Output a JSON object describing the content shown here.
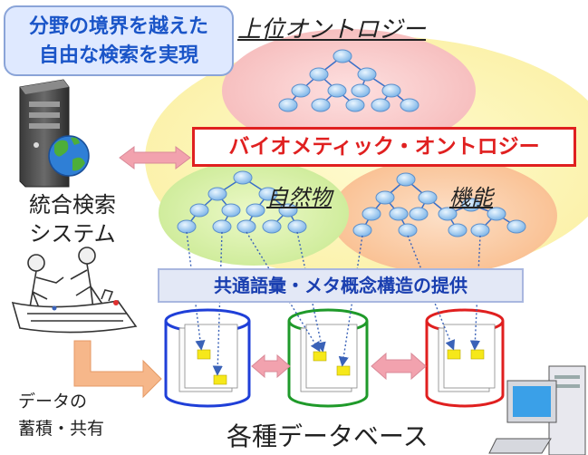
{
  "callout": {
    "line1": "分野の境界を越えた",
    "line2": "自由な検索を実現"
  },
  "ontologies": {
    "upper": "上位オントロジー",
    "biomimetic": "バイオメティック・オントロジー",
    "natural_objects": "自然物",
    "functions": "機能"
  },
  "search_system": {
    "line1": "統合検索",
    "line2": "システム"
  },
  "vocabulary_banner": "共通語彙・メタ概念構造の提供",
  "accumulation": {
    "line1": "データの",
    "line2": "蓄積・共有"
  },
  "databases_label": "各種データベース",
  "colors": {
    "upper_ellipse": "#f8c8c8",
    "yellow_ellipse": "#fcf6b8",
    "natural_ellipse": "#d8f0a8",
    "function_ellipse": "#fbc9a0",
    "node": "#9ecbef",
    "db_blue": "#1f3fd8",
    "db_green": "#1f9a2a",
    "db_red": "#e01f1f",
    "accent_red": "#e02020",
    "data_item": "#f6e81a",
    "double_arrow": "#f2a2ae",
    "input_arrow": "#f5b07f"
  }
}
